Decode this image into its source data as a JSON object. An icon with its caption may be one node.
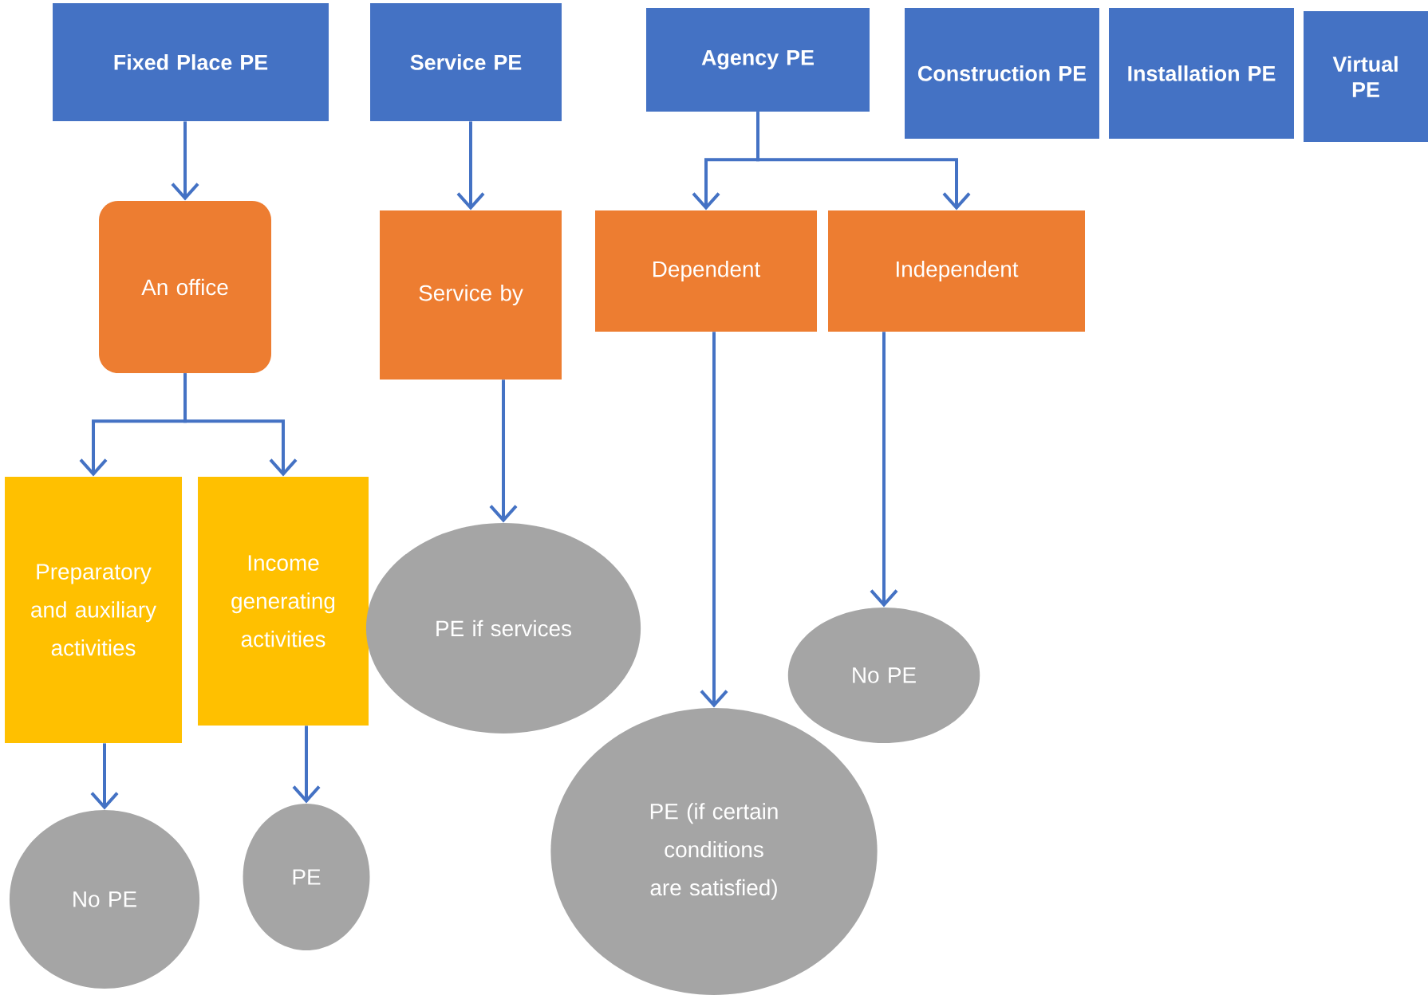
{
  "diagram": {
    "nodes": [
      {
        "text": [
          "Fixed Place PE"
        ]
      },
      {
        "text": [
          "Service PE"
        ]
      },
      {
        "text": [
          "Agency PE"
        ]
      },
      {
        "text": [
          "Construction PE"
        ]
      },
      {
        "text": [
          "Installation PE"
        ]
      },
      {
        "text": [
          "Virtual PE"
        ]
      },
      {
        "text": [
          "An office"
        ]
      },
      {
        "text": [
          "Service by"
        ]
      },
      {
        "text": [
          "Dependent"
        ]
      },
      {
        "text": [
          "Independent"
        ]
      },
      {
        "text": [
          "Preparatory and auxiliary activities"
        ]
      },
      {
        "text": [
          "Income generating activities"
        ]
      },
      {
        "text": [
          "PE if services"
        ]
      },
      {
        "text": [
          "No PE"
        ]
      },
      {
        "text": [
          "PE (if certain conditions are satisfied)"
        ]
      },
      {
        "text": [
          "No PE"
        ]
      },
      {
        "text": [
          "PE"
        ]
      }
    ],
    "edges": [
      {
        "from": 0,
        "to": 6,
        "arrow": "to"
      },
      {
        "from": 1,
        "to": 7,
        "arrow": "to"
      },
      {
        "from": 2,
        "to": 8,
        "arrow": "to"
      },
      {
        "from": 2,
        "to": 9,
        "arrow": "to"
      },
      {
        "from": 6,
        "to": 10,
        "arrow": "to"
      },
      {
        "from": 6,
        "to": 11,
        "arrow": "to"
      },
      {
        "from": 7,
        "to": 12,
        "arrow": "to"
      },
      {
        "from": 8,
        "to": 14,
        "arrow": "to"
      },
      {
        "from": 9,
        "to": 13,
        "arrow": "to"
      },
      {
        "from": 10,
        "to": 15,
        "arrow": "to"
      },
      {
        "from": 11,
        "to": 16,
        "arrow": "to"
      }
    ]
  }
}
